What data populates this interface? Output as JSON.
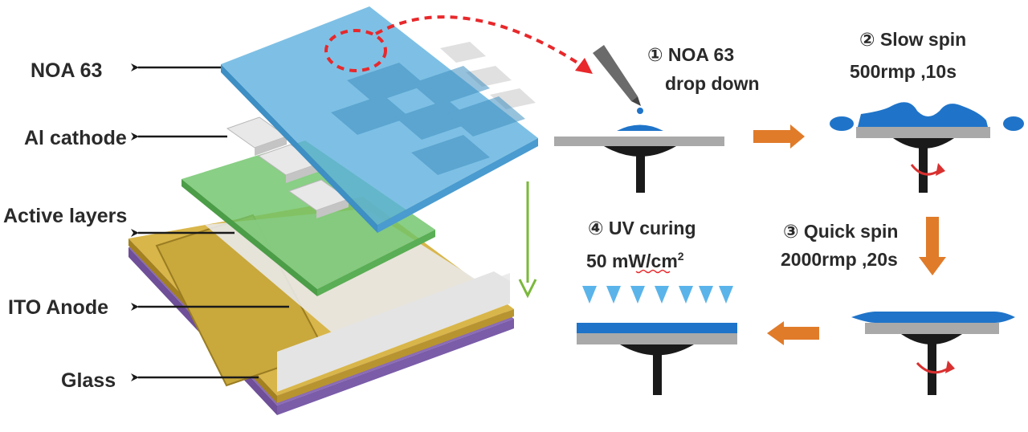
{
  "layers": [
    {
      "label": "NOA 63"
    },
    {
      "label": "Al cathode"
    },
    {
      "label": "Active layers"
    },
    {
      "label": "ITO Anode"
    },
    {
      "label": "Glass"
    }
  ],
  "steps": [
    {
      "number": "①",
      "title": "NOA 63",
      "detail": "drop down"
    },
    {
      "number": "②",
      "title": "Slow spin",
      "detail": "500rmp ,10s"
    },
    {
      "number": "③",
      "title": "Quick spin",
      "detail": "2000rmp ,20s"
    },
    {
      "number": "④",
      "title": "UV curing",
      "detail_main": "50 mW/cm",
      "detail_sup": "2"
    }
  ],
  "colors": {
    "noa": "#5aaede",
    "active": "#5cb85c",
    "ito": "#c7a93a",
    "glass": "#8b6bb5",
    "cathode": "#e4e4e4",
    "process_arrow": "#e07b2a",
    "dashed_arrow": "#e8282b",
    "spin_arrow": "#d93030",
    "resin": "#1f74c9",
    "substrate": "#a9a9a9"
  }
}
